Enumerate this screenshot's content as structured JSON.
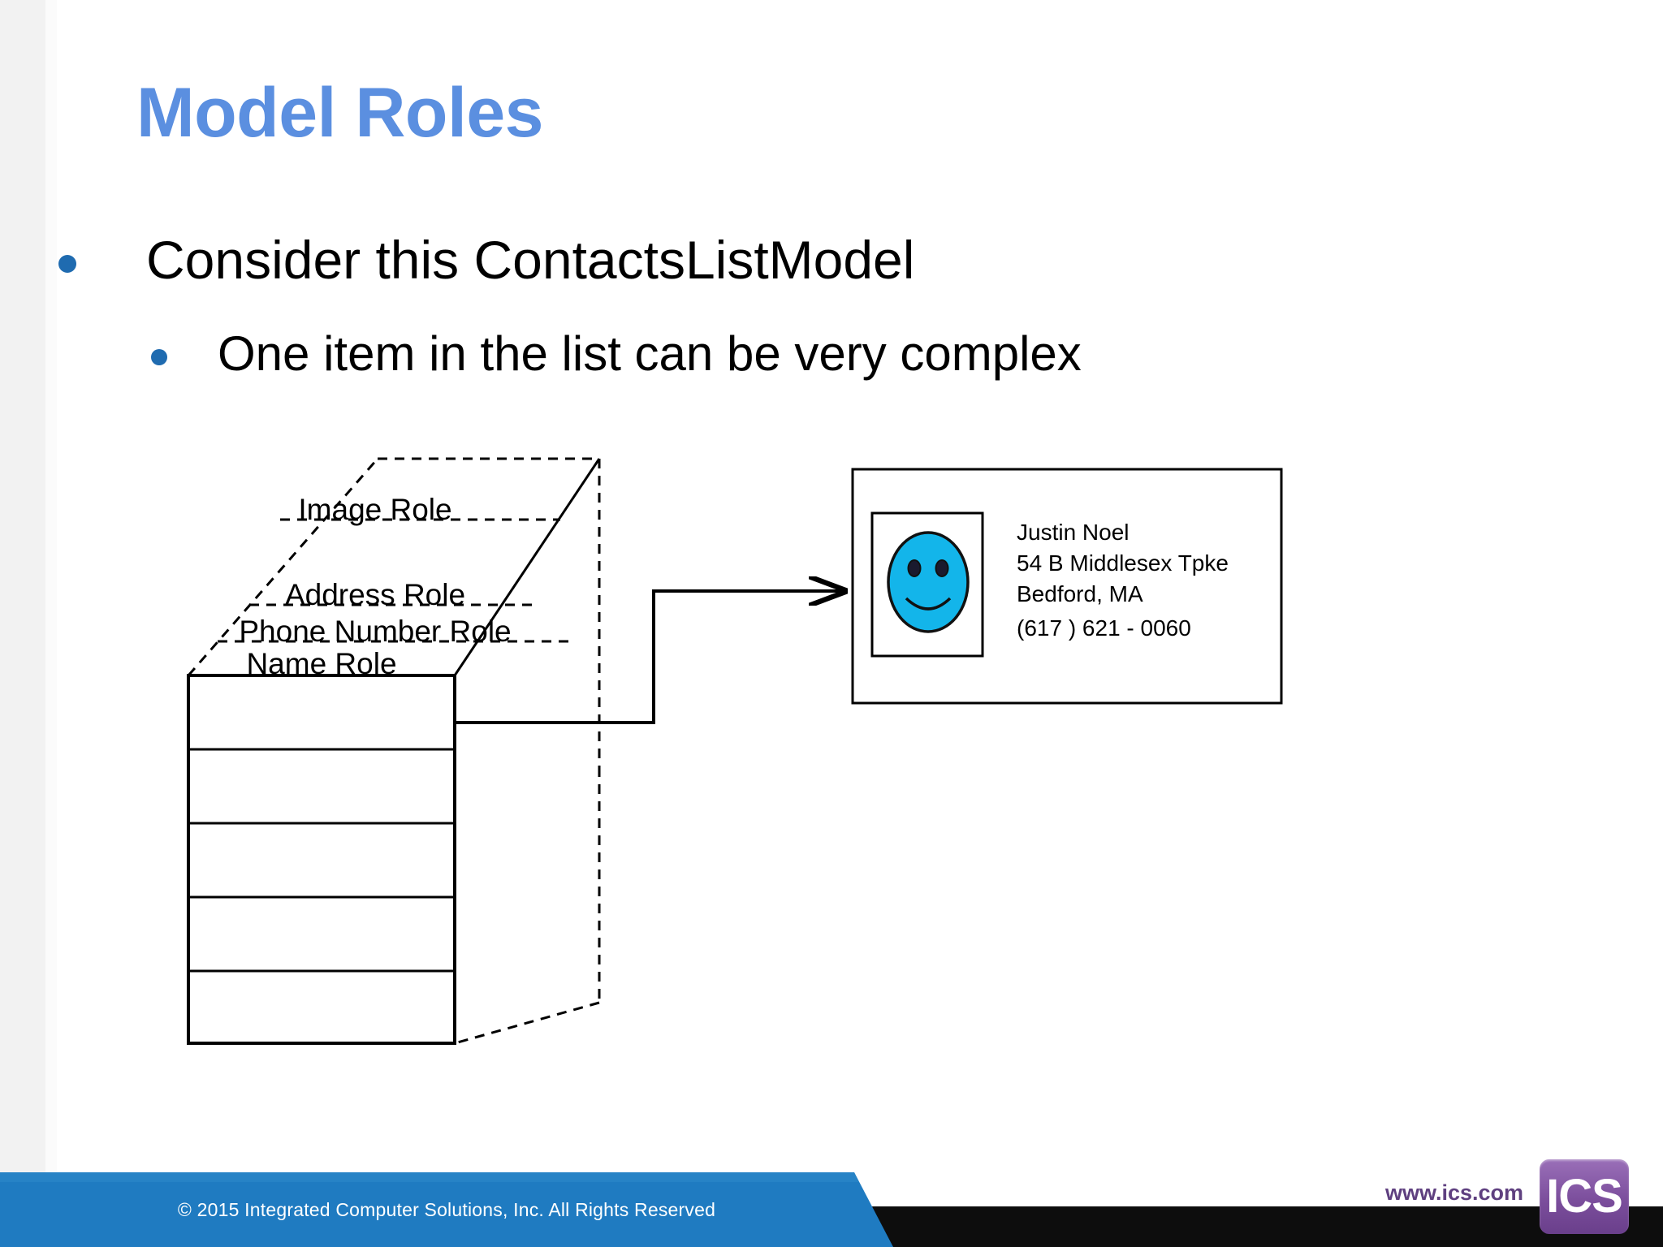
{
  "slide": {
    "title": "Model Roles",
    "title_color": "#5B8FE0",
    "bullet_color": "#1F6BB0",
    "bullets": [
      {
        "level": 1,
        "text": "Consider this ContactsListModel"
      },
      {
        "level": 2,
        "text": "One item in the list can be very complex"
      }
    ]
  },
  "diagram": {
    "roles": [
      "Image  Role",
      "Address  Role",
      "Phone Number Role",
      "Name Role"
    ],
    "list_rows": 5,
    "connector": "elbow-arrow-right"
  },
  "contact_card": {
    "avatar_icon": "smiley-face-icon",
    "avatar_color": "#13B5EA",
    "lines": [
      "Justin Noel",
      "54 B Middlesex Tpke",
      "Bedford, MA",
      "(617 ) 621 - 0060"
    ]
  },
  "footer": {
    "copyright": "© 2015 Integrated Computer Solutions, Inc. All Rights Reserved",
    "band_color": "#1F7BC1",
    "url": "www.ics.com",
    "logo_text": "ICS",
    "logo_color": "#7B4E9C"
  }
}
